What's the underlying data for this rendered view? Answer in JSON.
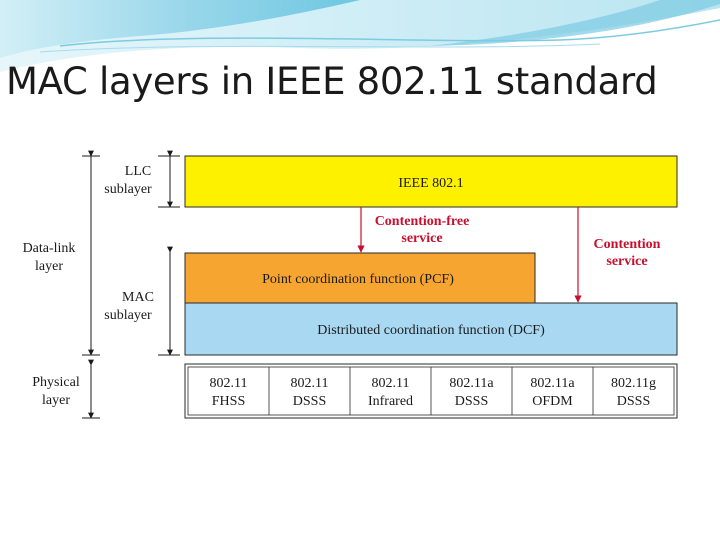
{
  "slide": {
    "title": "MAC layers in IEEE 802.11 standard"
  },
  "colors": {
    "ieee_block": "#fdf100",
    "pcf_block": "#f7a531",
    "dcf_block": "#a9d8f2",
    "service_text": "#c8102e",
    "arrow": "#c8102e",
    "header_swoosh": "#9fd9ea"
  },
  "diagram": {
    "labels": {
      "llc_line1": "LLC",
      "llc_line2": "sublayer",
      "datalink_line1": "Data-link",
      "datalink_line2": "layer",
      "mac_line1": "MAC",
      "mac_line2": "sublayer",
      "physical_line1": "Physical",
      "physical_line2": "layer"
    },
    "blocks": {
      "ieee": "IEEE 802.1",
      "pcf": "Point coordination function (PCF)",
      "dcf": "Distributed coordination function (DCF)"
    },
    "services": {
      "contention_free_line1": "Contention-free",
      "contention_free_line2": "service",
      "contention_line1": "Contention",
      "contention_line2": "service"
    },
    "physical_cells": [
      {
        "line1": "802.11",
        "line2": "FHSS"
      },
      {
        "line1": "802.11",
        "line2": "DSSS"
      },
      {
        "line1": "802.11",
        "line2": "Infrared"
      },
      {
        "line1": "802.11a",
        "line2": "DSSS"
      },
      {
        "line1": "802.11a",
        "line2": "OFDM"
      },
      {
        "line1": "802.11g",
        "line2": "DSSS"
      }
    ]
  }
}
